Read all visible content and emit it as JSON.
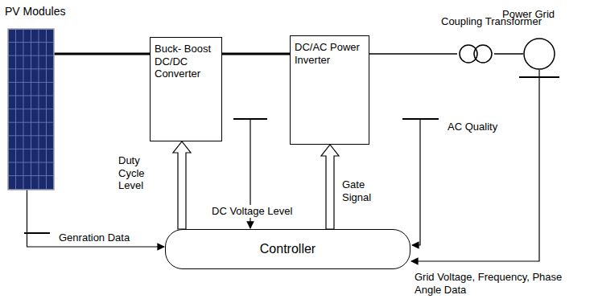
{
  "diagram": {
    "nodes": [
      {
        "text": [
          "PV Modules"
        ]
      },
      {
        "text": [
          "Buck- Boost DC/DC Converter"
        ]
      },
      {
        "text": [
          "DC/AC Power Inverter"
        ]
      },
      {
        "text": [
          "Coupling Transformer"
        ]
      },
      {
        "text": [
          "Power Grid"
        ]
      },
      {
        "text": [
          "Controller"
        ]
      }
    ],
    "edges": [
      {
        "from": 0,
        "to": 1,
        "arrow": "none"
      },
      {
        "from": 1,
        "to": 2,
        "arrow": "none"
      },
      {
        "from": 2,
        "to": 3,
        "arrow": "none"
      },
      {
        "from": 3,
        "to": 4,
        "arrow": "none"
      },
      {
        "from": 5,
        "to": 1,
        "arrow": "to",
        "label": "Duty Cycle Level"
      },
      {
        "from": 5,
        "to": 2,
        "arrow": "to",
        "label": "Gate Signal"
      },
      {
        "from": 0,
        "to": 5,
        "arrow": "to",
        "label": "Genration Data"
      },
      {
        "from": 4,
        "to": 5,
        "arrow": "to",
        "label": "Grid Voltage, Frequency, Phase Angle Data"
      }
    ],
    "labels": [
      "DC Voltage Level",
      "AC Quality"
    ]
  }
}
